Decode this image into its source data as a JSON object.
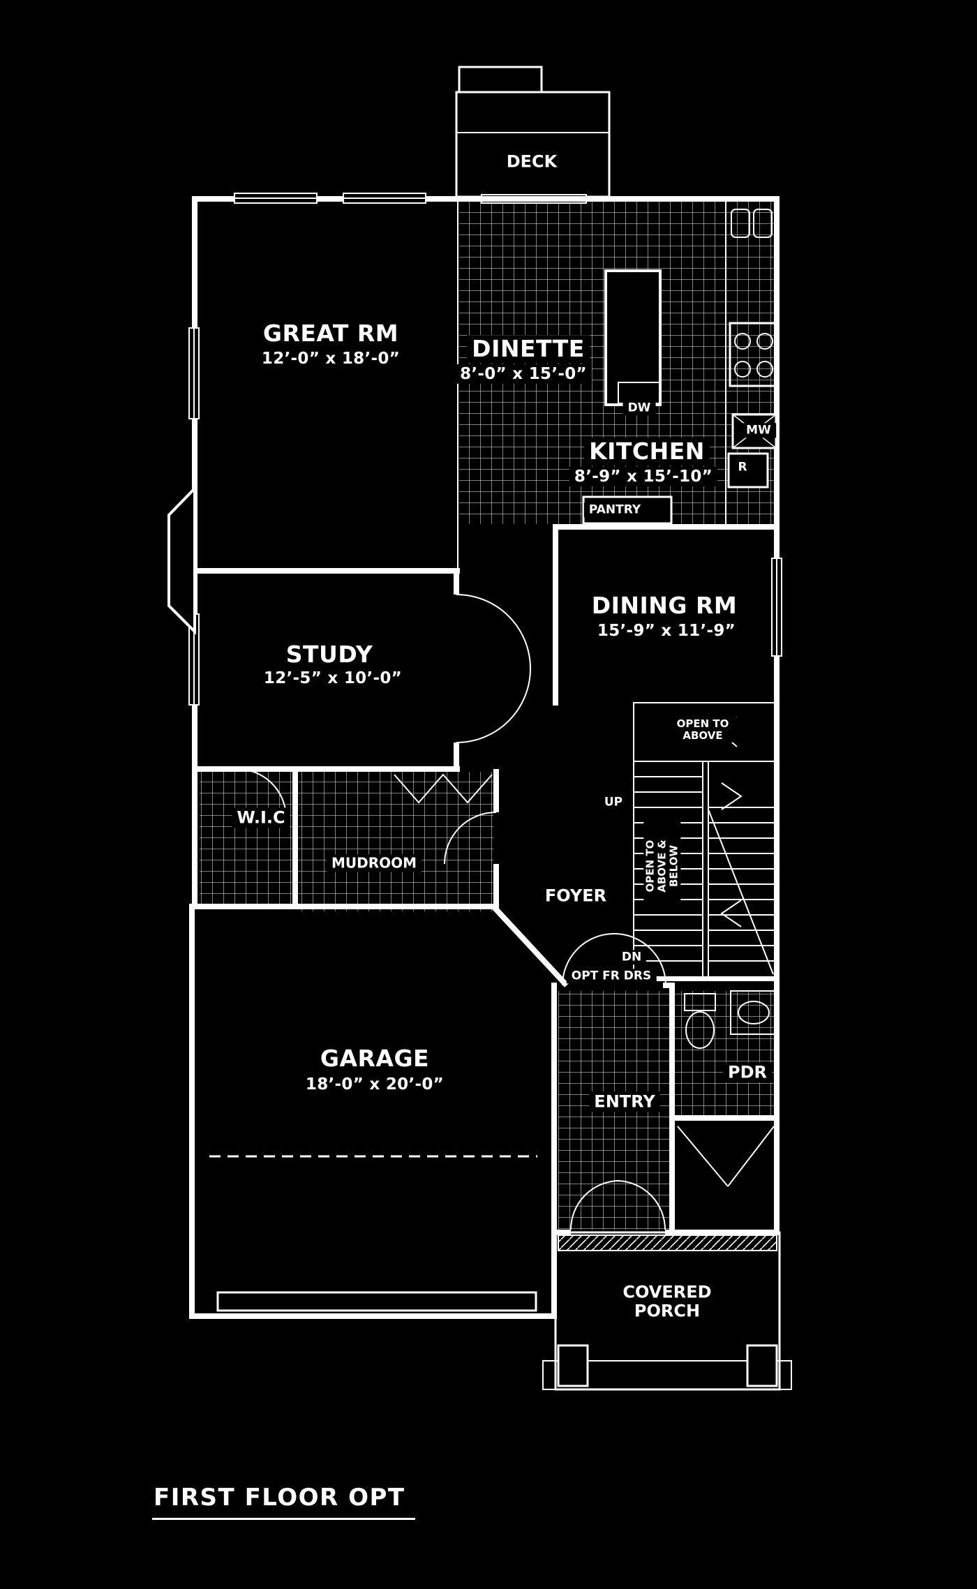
{
  "title": "FIRST FLOOR OPT",
  "colors": {
    "background": "#000000",
    "line": "#ffffff",
    "text": "#ffffff"
  },
  "rooms": {
    "deck": {
      "name": "DECK"
    },
    "great": {
      "name": "GREAT RM",
      "dims": "12’-0” x 18’-0”"
    },
    "dinette": {
      "name": "DINETTE",
      "dims": "8’-0” x 15’-0”"
    },
    "kitchen": {
      "name": "KITCHEN",
      "dims": "8’-9” x 15’-10”"
    },
    "dining": {
      "name": "DINING RM",
      "dims": "15’-9” x 11’-9”"
    },
    "study": {
      "name": "STUDY",
      "dims": "12’-5” x 10’-0”"
    },
    "garage": {
      "name": "GARAGE",
      "dims": "18’-0” x 20’-0”"
    },
    "pantry": {
      "name": "PANTRY"
    },
    "wic": {
      "name": "W.I.C"
    },
    "mudroom": {
      "name": "MUDROOM"
    },
    "foyer": {
      "name": "FOYER"
    },
    "entry": {
      "name": "ENTRY"
    },
    "pdr": {
      "name": "PDR"
    },
    "porch": {
      "name": "COVERED PORCH"
    }
  },
  "annotations": {
    "dw": "DW",
    "mw": "MW",
    "r": "R",
    "up": "UP",
    "dn": "DN",
    "open_above": "OPEN TO ABOVE",
    "open_above_below": "OPEN TO ABOVE & BELOW",
    "opt_fr_drs": "OPT FR DRS"
  }
}
